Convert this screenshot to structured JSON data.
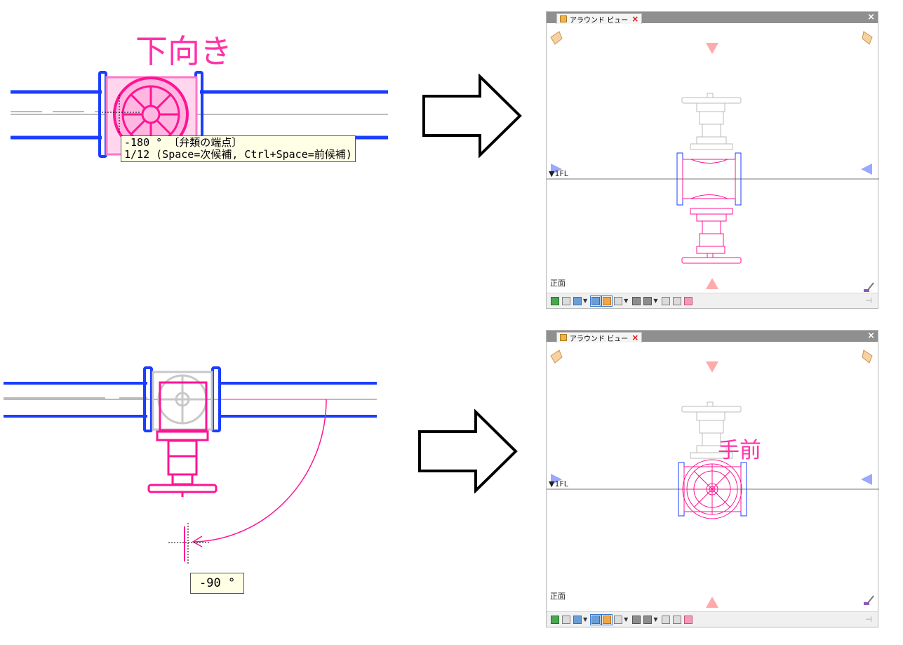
{
  "top_example": {
    "direction_label": "下向き",
    "tooltip_line1": "-180 ° 〔弁類の端点〕",
    "tooltip_line2": "1/12 (Space=次候補, Ctrl+Space=前候補)"
  },
  "bottom_example": {
    "angle_label": "-90 °"
  },
  "panels": [
    {
      "tab_title": "アラウンド ビュー",
      "floor_label": "▼1FL",
      "view_label": "正面",
      "annotation": ""
    },
    {
      "tab_title": "アラウンド ビュー",
      "floor_label": "▼1FL",
      "view_label": "正面",
      "annotation": "手前"
    }
  ],
  "colors": {
    "pipe": "#1a3dff",
    "valve": "#ff1493",
    "label": "#ff33a8",
    "nav_arrow_pink": "#ffaaaa",
    "nav_arrow_blue": "#9aa8ff"
  },
  "icons": [
    "arrow-right-icon",
    "close-icon",
    "rotate-left-icon",
    "rotate-right-icon",
    "nav-down-arrow-icon",
    "nav-up-arrow-icon",
    "nav-left-arrow-icon",
    "nav-right-arrow-icon",
    "pin-icon",
    "brush-icon"
  ]
}
